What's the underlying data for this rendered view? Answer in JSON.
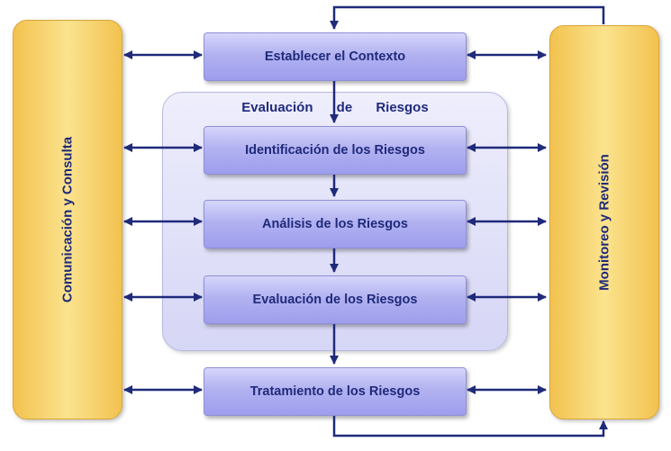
{
  "side_left": {
    "label": "Comunicación  y  Consulta"
  },
  "side_right": {
    "label": "Monitoreo  y  Revisión"
  },
  "group": {
    "title": "Evaluación de Riesgos"
  },
  "steps": [
    {
      "label": "Establecer el Contexto"
    },
    {
      "label": "Identificación de los Riesgos"
    },
    {
      "label": "Análisis de los Riesgos"
    },
    {
      "label": "Evaluación de los Riesgos"
    },
    {
      "label": "Tratamiento de los Riesgos"
    }
  ],
  "colors": {
    "arrow": "#1f2a7a",
    "side": "#f7d36a",
    "box": "#b2b2f1",
    "panel": "#e2e2f8"
  }
}
